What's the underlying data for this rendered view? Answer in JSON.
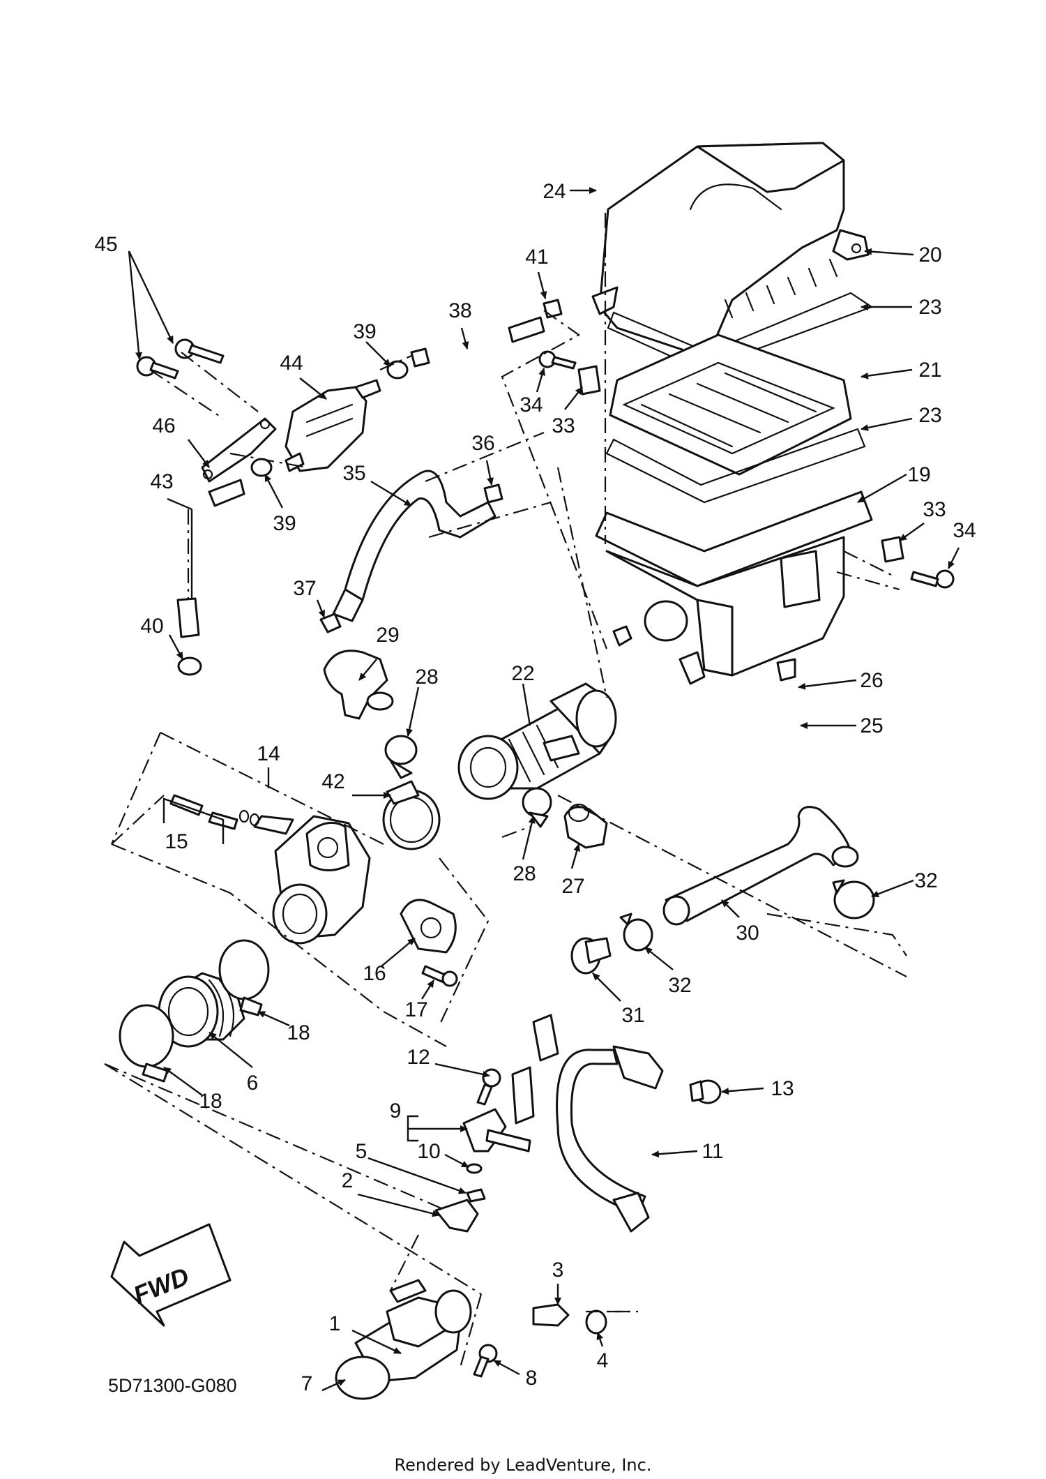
{
  "drawing_code": "5D71300-G080",
  "footer": "Rendered by LeadVenture, Inc.",
  "direction_arrow": "FWD",
  "callouts": [
    "1",
    "2",
    "3",
    "4",
    "5",
    "6",
    "7",
    "8",
    "9",
    "10",
    "11",
    "12",
    "13",
    "14",
    "15",
    "16",
    "17",
    "18",
    "18",
    "19",
    "20",
    "21",
    "22",
    "23",
    "23",
    "24",
    "25",
    "26",
    "27",
    "28",
    "28",
    "29",
    "30",
    "31",
    "32",
    "32",
    "33",
    "33",
    "34",
    "34",
    "35",
    "36",
    "37",
    "38",
    "39",
    "39",
    "40",
    "41",
    "42",
    "43",
    "44",
    "45",
    "46"
  ]
}
